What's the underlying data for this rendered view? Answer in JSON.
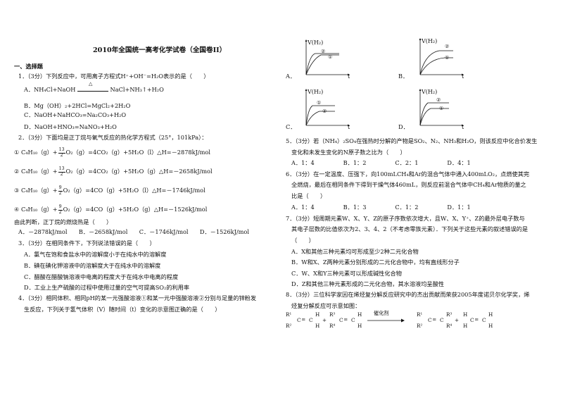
{
  "title": "2010年全国统一高考化学试卷（全国卷II）",
  "section1": "一、选择题",
  "q1": {
    "stem": "1．（3分）下列反应中，可用离子方程式H⁺+OH⁻=H₂O表示的是（　　）",
    "triangle": "△",
    "optA_left": "A．NH₄Cl+NaOH",
    "optA_right": "NaCl+NH₃↑+H₂O",
    "optB": "B．Mg（OH）₂+2HCl=MgCl₂+2H₂O",
    "optC": "C．NaOH+NaHCO₃=Na₂CO₃+H₂O",
    "optD": "D．NaOH+HNO₃=NaNO₃+H₂O"
  },
  "q2": {
    "stem": "2．（3分）下面均是正丁烷与氧气反应的热化学方程式（25°，101kPa）：",
    "eq1_pre": "① C₄H₁₀（g）+",
    "eq1_num": "13",
    "eq1_post": "O₂（g）=4CO₂（g）+5H₂O（l）△H=－2878kJ/mol",
    "eq2_pre": "② C₄H₁₀（g）+",
    "eq2_num": "13",
    "eq2_post": "O₂（g）=4CO₂（g）+5H₂O（g）△H=－2658kJ/mol",
    "eq3_pre": "③ C₄H₁₀（g）+",
    "eq3_num": "9",
    "eq3_post": "O₂（g）=4CO（g）+5H₂O（l）△H=－1746kJ/mol",
    "eq4_pre": "④ C₄H₁₀（g）+",
    "eq4_num": "9",
    "eq4_post": "O₂（g）=4CO（g）+5H₂O（g）△H=－1526kJ/mol",
    "den": "2",
    "judge": "由此判断，正丁烷的燃烧热是（　　）",
    "options": "A．－2878kJ/mol　　B．－2658kJ/mol　　C．－1746kJ/mol　　D．－1526kJ/mol"
  },
  "q3": {
    "stem": "3．（3分）在相同条件下，下列说法错误的是（　　）",
    "optA": "A．氯气在饱和食盐水中的溶解度小于在纯水中的溶解度",
    "optB": "B．碘在碘化钾溶液中的溶解度大于在纯水中的溶解度",
    "optC": "C．醋酸在醋酸钠溶液中电离的程度大于在纯水中电离的程度",
    "optD": "D．工业上生产硫酸的过程中使用过量的空气可提高SO₂的利用率"
  },
  "q4": {
    "line1": "4．（3分）相同体积、相同pH的某一元强酸溶液①和某一元中强酸溶液②分别与足量的锌粉发",
    "line2": "生反应，下列关于氢气体积（V）随时间（t）变化的示意图正确的是（　　）"
  },
  "graphs": {
    "ylabel": "V(H₂)",
    "xlabel": "t",
    "c1": "①",
    "c2": "②",
    "labels": [
      "A．",
      "B．",
      "C．",
      "D．"
    ]
  },
  "q5": {
    "line1": "5．（3分）若（NH₄）₂SO₄在强热时分解的产物是SO₂、N₂、NH₃和H₂O，则该反应中化合价发生",
    "line2": "变化和未发生变化的N原子数之比为（　　）",
    "options": "A．1：4　　　　　B．1：2　　　　　C．2：1　　　　　D．4：1"
  },
  "q6": {
    "line1": "6．（3分）在一定温度、压强下，向100mLCH₄和Ar的混合气体中通入400mLO₂，点燃使其完",
    "line2": "全燃烧，最后在相同条件下得到干燥气体460mL，则反应前混合气体中CH₄和Ar物质的量之",
    "line3": "比是（　　）",
    "options": "A．1：4　　　　　B．1：3　　　　　C．1：2　　　　　D．1：1"
  },
  "q7": {
    "line1": "7．（3分）短周期元素W、X、Y、Z的原子序数依次增大，且W、X、Y⁺、Z的最外层电子数与",
    "line2": "其电子层数的比值依次为2、3、4、2（不考虑零族元素）．下列关于这些元素的叙述错误的是",
    "line3": "（　　）",
    "optA": "A．X和其他三种元素均可形成至少2种二元化合物",
    "optB": "B．W和X、Z两种元素分别形成的二元化合物中，均有直线形分子",
    "optC": "C．W、X和Y三种元素可以形成碱性化合物",
    "optD": "D．Z和其他三种元素形成的二元化合物，其水溶液均呈酸性"
  },
  "q8": {
    "line1": "8．（3分）三位科学家因在烯烃复分解反应研究中的杰出贡献而荣获2005年度诺贝尔化学奖，烯",
    "line2": "烃复分解反应可示意如图：",
    "catalyst": "催化剂",
    "R1": "R¹",
    "R2": "R²",
    "R3": "R³",
    "R4": "R⁴",
    "H": "H",
    "C": "C",
    "plus": "+"
  }
}
